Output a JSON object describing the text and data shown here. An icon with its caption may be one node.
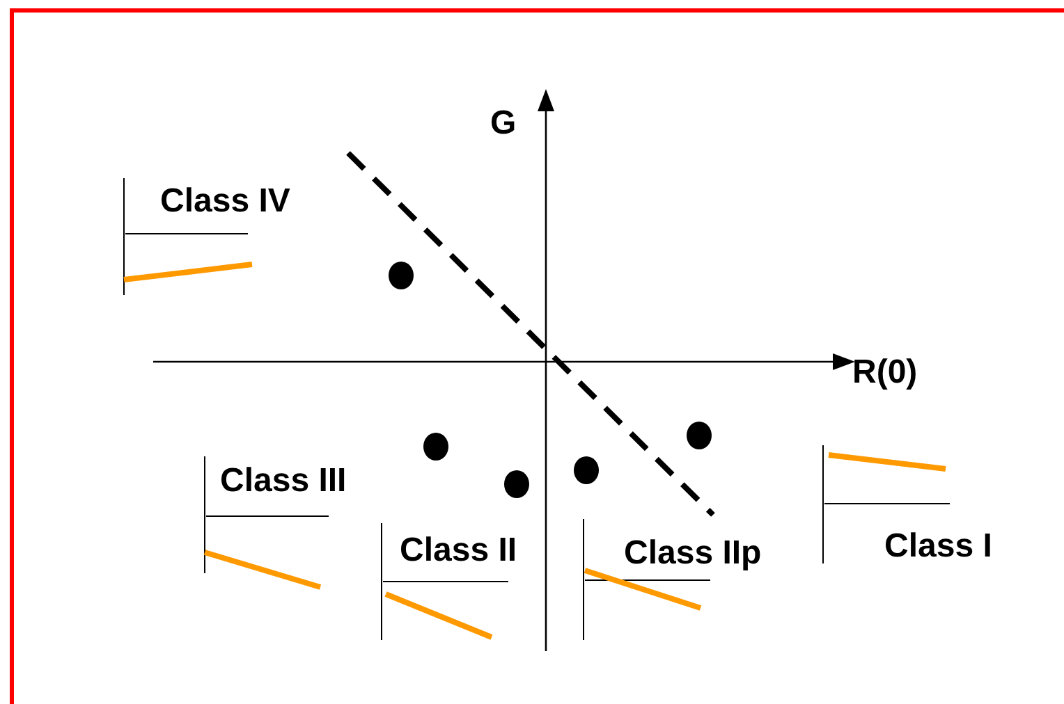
{
  "diagram": {
    "labels": [
      "G",
      "Class IV",
      "R(0)",
      "Class III",
      "Class II",
      "Class IIp",
      "Class I"
    ]
  }
}
